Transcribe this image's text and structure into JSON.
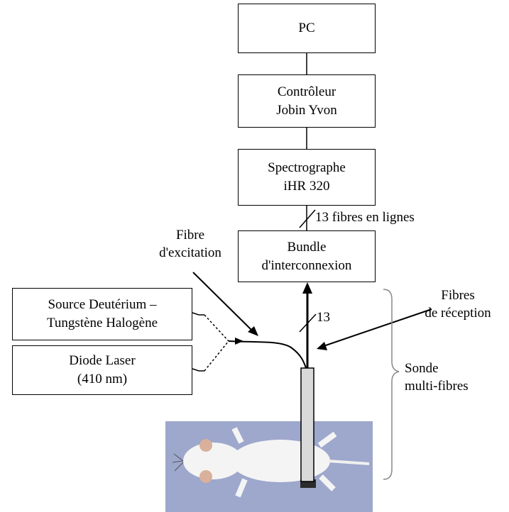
{
  "boxes": {
    "pc": "PC",
    "controller": {
      "line1": "Contrôleur",
      "line2": "Jobin Yvon"
    },
    "spectrograph": {
      "line1": "Spectrographe",
      "line2": "iHR 320"
    },
    "bundle": {
      "line1": "Bundle",
      "line2": "d'interconnexion"
    },
    "source": {
      "line1": "Source Deutérium –",
      "line2": "Tungstène Halogène"
    },
    "laser": {
      "line1": "Diode Laser",
      "line2": "(410 nm)"
    }
  },
  "labels": {
    "fibers_lines": "13 fibres en lignes",
    "excitation": {
      "line1": "Fibre",
      "line2": "d'excitation"
    },
    "count_13": "13",
    "reception": {
      "line1": "Fibres",
      "line2": "de réception"
    },
    "probe": {
      "line1": "Sonde",
      "line2": "multi-fibres"
    }
  },
  "colors": {
    "line": "#000000",
    "probe_fill": "#d9d9d9",
    "photo_bg": "#9ea7cc",
    "mouse": "#f4f4f4"
  }
}
